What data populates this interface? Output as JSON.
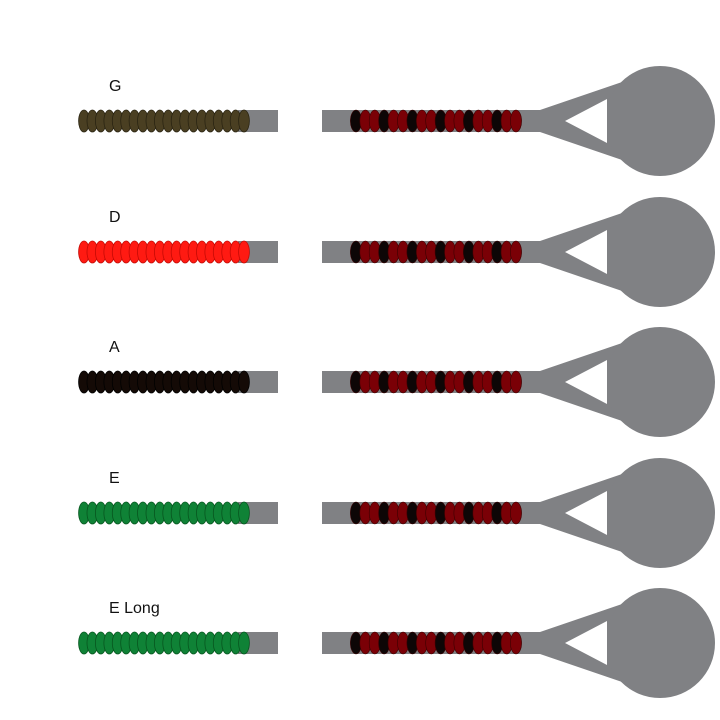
{
  "colors": {
    "metal": "#808184",
    "bead_dark_red": "#7a0006",
    "bead_black": "#0d0606",
    "bead_dark_red_edge": "#3a0000"
  },
  "strings": [
    {
      "label": "G",
      "winding_color": "#4a3f22",
      "winding_edge": "#2a2412"
    },
    {
      "label": "D",
      "winding_color": "#ff1a12",
      "winding_edge": "#c40a05"
    },
    {
      "label": "A",
      "winding_color": "#140a06",
      "winding_edge": "#000000"
    },
    {
      "label": "E",
      "winding_color": "#0f8236",
      "winding_edge": "#07561f"
    },
    {
      "label": "E Long",
      "winding_color": "#0f8236",
      "winding_edge": "#07561f"
    }
  ]
}
